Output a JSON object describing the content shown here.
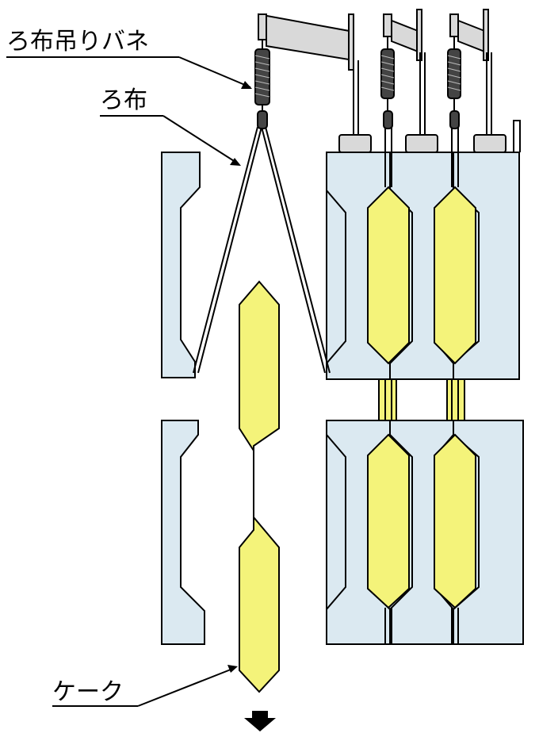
{
  "labels": {
    "spring": "ろ布吊りバネ",
    "cloth": "ろ布",
    "cake": "ケーク"
  },
  "icons": {
    "discharge_arrow": "down-arrow-icon"
  },
  "colors": {
    "plate_fill": "#dbe9f1",
    "cake_fill": "#f4f37a",
    "bracket_fill": "#d9d9d9",
    "spring_fill": "#444444",
    "outline": "#000000",
    "background": "#ffffff"
  }
}
